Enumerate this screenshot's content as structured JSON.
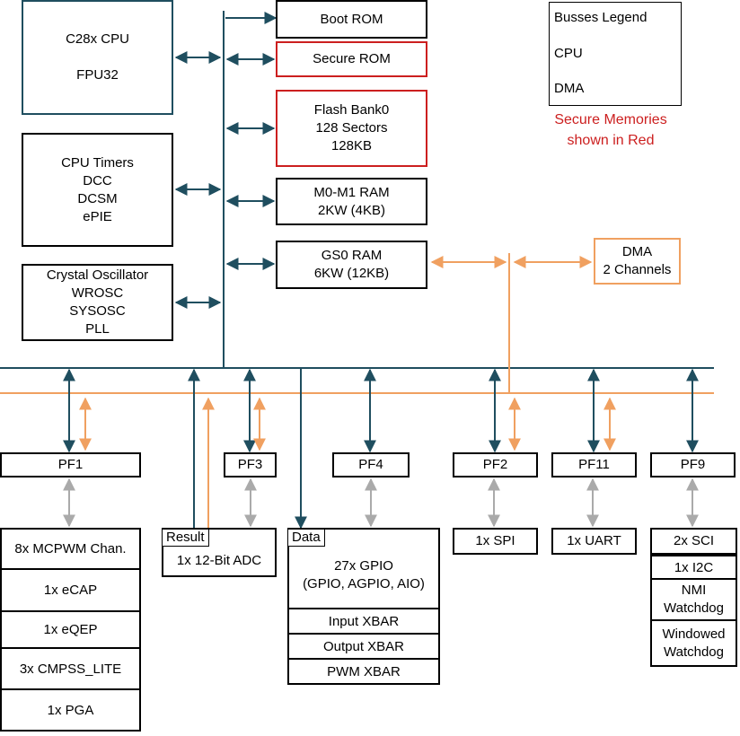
{
  "cpu_block": {
    "line1": "C28x CPU",
    "line2": "FPU32"
  },
  "timers_block": [
    "CPU Timers",
    "DCC",
    "DCSM",
    "ePIE"
  ],
  "osc_block": [
    "Crystal Oscillator",
    "WROSC",
    "SYSOSC",
    "PLL"
  ],
  "memories": {
    "boot_rom": "Boot ROM",
    "secure_rom": "Secure ROM",
    "flash": [
      "Flash Bank0",
      "128 Sectors",
      "128KB"
    ],
    "m0m1": [
      "M0-M1 RAM",
      "2KW (4KB)"
    ],
    "gs0": [
      "GS0 RAM",
      "6KW (12KB)"
    ]
  },
  "dma_block": [
    "DMA",
    "2 Channels"
  ],
  "legend": {
    "title": "Busses Legend",
    "cpu": "CPU",
    "dma": "DMA",
    "note_line1": "Secure Memories",
    "note_line2": "shown in Red"
  },
  "peripheral_frames": {
    "pf1": "PF1",
    "pf3": "PF3",
    "pf4": "PF4",
    "pf2": "PF2",
    "pf11": "PF11",
    "pf9": "PF9"
  },
  "pf1_list": [
    "8x MCPWM Chan.",
    "1x eCAP",
    "1x eQEP",
    "3x CMPSS_LITE",
    "1x PGA"
  ],
  "adc": {
    "tag": "Result",
    "label": "1x 12-Bit ADC"
  },
  "gpio": {
    "tag": "Data",
    "line1": "27x GPIO",
    "line2": "(GPIO, AGPIO, AIO)",
    "rows": [
      "Input XBAR",
      "Output XBAR",
      "PWM XBAR"
    ]
  },
  "spi": "1x SPI",
  "uart": "1x UART",
  "pf9_list": [
    "2x SCI",
    "1x I2C",
    "NMI Watchdog",
    "Windowed Watchdog"
  ],
  "colors": {
    "cpu_bus": "#1f4e5f",
    "dma_bus": "#f0a060",
    "secure": "#cc1f1f",
    "peripheral_link": "#aaaaaa"
  }
}
